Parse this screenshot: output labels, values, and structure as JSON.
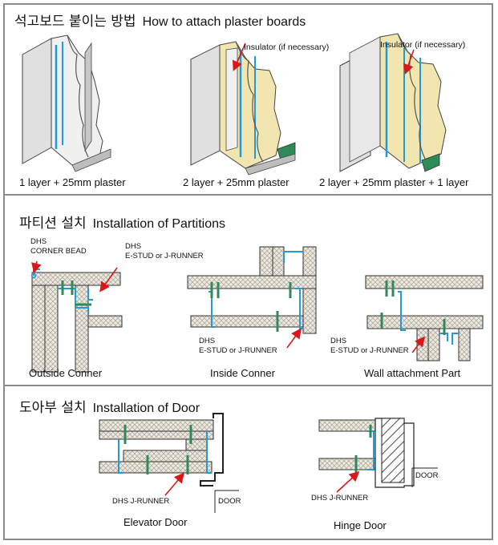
{
  "section1": {
    "title_kr": "석고보드 붙이는 방법",
    "title_en": "How to attach plaster boards",
    "insulator_label_1": "Insulator (if necessary)",
    "insulator_label_2": "Insulator (if necessary)",
    "caption_1": "1 layer + 25mm plaster",
    "caption_2": "2 layer + 25mm plaster",
    "caption_3": "2 layer + 25mm plaster + 1 layer"
  },
  "section2": {
    "title_kr": "파티션 설치",
    "title_en": "Installation of Partitions",
    "label_dhs_corner_1": "DHS",
    "label_dhs_corner_2": "CORNER BEAD",
    "label_dhs_stud_1a": "DHS",
    "label_dhs_stud_1b": "E-STUD or J-RUNNER",
    "label_dhs_stud_2a": "DHS",
    "label_dhs_stud_2b": "E-STUD or J-RUNNER",
    "label_dhs_stud_3a": "DHS",
    "label_dhs_stud_3b": "E-STUD or J-RUNNER",
    "caption_1": "Outside Conner",
    "caption_2": "Inside Conner",
    "caption_3": "Wall attachment Part"
  },
  "section3": {
    "title_kr": "도아부 설치",
    "title_en": "Installation of Door",
    "label_runner_1": "DHS  J-RUNNER",
    "label_runner_2": "DHS  J-RUNNER",
    "door_label_1": "DOOR",
    "door_label_2": "DOOR",
    "caption_1": "Elevator Door",
    "caption_2": "Hinge Door"
  },
  "colors": {
    "frame": "#8a8a8a",
    "board_fill": "#e8e4dc",
    "stud": "#1f9bd7",
    "screw": "#2f8a5a",
    "insulator": "#f2e6b0",
    "arrow": "#d7191c"
  }
}
